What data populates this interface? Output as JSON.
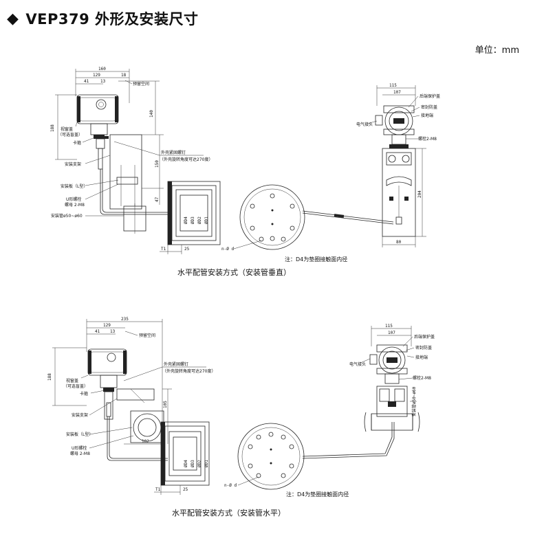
{
  "header": {
    "title": "VEP379 外形及安装尺寸",
    "unit": "单位：mm"
  },
  "diagram1": {
    "dims": {
      "d160": "160",
      "d129": "129",
      "d18": "18",
      "d41": "41",
      "d13": "13",
      "d140": "140",
      "d188": "188",
      "d150": "150",
      "d47": "47",
      "dD4": "ØD4",
      "dD3": "ØD3",
      "dD2": "ØD2",
      "dD1": "ØD1",
      "dT1": "T1",
      "d25": "25",
      "dnd": "n-Ø d"
    },
    "labels": {
      "clearance": "预留空间",
      "cover": "视窗盖",
      "cover_opt": "（可选盲盖）",
      "clamp": "卡箍",
      "bracket": "安装支架",
      "plate": "安装板（L型）",
      "ubolt": "U形螺栓",
      "nut": "螺母 2-M8",
      "pipe": "安装管ø50~ø60",
      "rotate": "外壳紧固螺钉",
      "rotate_note": "（外壳旋转角度可达270度）"
    },
    "caption": "水平配管安装方式（安装管垂直）"
  },
  "right1": {
    "dims": {
      "d115": "115",
      "d107": "107",
      "d204": "204",
      "d80": "80",
      "dnd": "n-Ø d"
    },
    "labels": {
      "cover": "后端保护盖",
      "seal": "密封防盖",
      "terminal": "接地端",
      "electric": "电气接头",
      "bolt": "螺栓2-M8"
    },
    "note": "注：D4为垫圈接触面内径"
  },
  "diagram2": {
    "dims": {
      "d235": "235",
      "d129": "129",
      "d41": "41",
      "d13": "13",
      "d188": "188",
      "d105": "105",
      "d102": "102",
      "dD4": "ØD4",
      "dD3": "ØD3",
      "dD2": "ØD2",
      "dD1": "ØD1",
      "dT1": "T1",
      "d25": "25",
      "dnd": "n-Ø d"
    },
    "labels": {
      "clearance": "预留空间",
      "cover": "视窗盖",
      "cover_opt": "（可选盲盖）",
      "clamp": "卡箍",
      "bracket": "安装支架",
      "plate": "安装板（L型）",
      "ubolt": "U形螺栓",
      "nut": "螺母 2-M8",
      "rotate": "外壳紧固螺钉",
      "rotate_note": "（外壳旋转角度可达270度）"
    },
    "caption": "水平配管安装方式（安装管水平）"
  },
  "right2": {
    "dims": {
      "d115": "115",
      "d107": "107",
      "dnd": "n-Ø d"
    },
    "labels": {
      "cover": "后端保护盖",
      "seal": "密封防盖",
      "terminal": "接地端",
      "electric": "电气接头",
      "bolt": "螺栓2-M8",
      "pipe": "安装管ø50~ø60"
    },
    "note": "注：D4为垫圈接触面内径"
  }
}
